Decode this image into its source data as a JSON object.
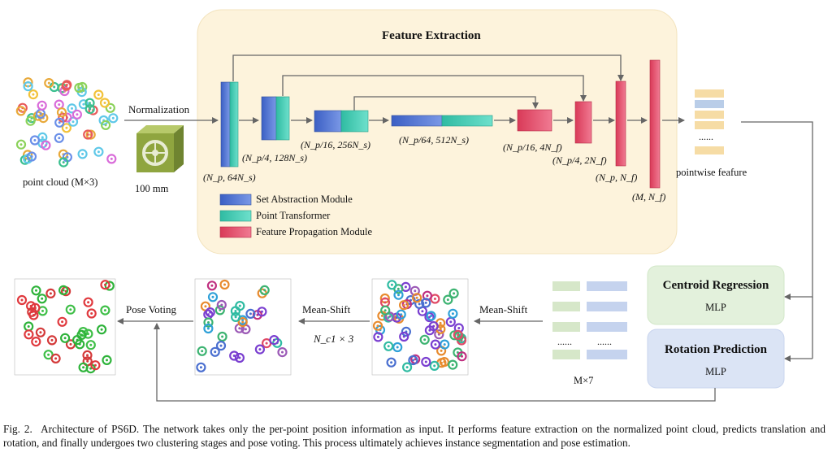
{
  "feature_extraction": {
    "title": "Feature Extraction",
    "shapes": {
      "a": "(N_p, 64N_s)",
      "b": "(N_p/4, 128N_s)",
      "c": "(N_p/16, 256N_s)",
      "d": "(N_p/64, 512N_s)",
      "e": "(N_p/16, 4N_f)",
      "f": "(N_p/4, 2N_f)",
      "g": "(N_p, N_f)",
      "h": "(M, N_f)"
    },
    "legend": [
      {
        "label": "Set Abstraction Module",
        "color": "#4a6fd0"
      },
      {
        "label": "Point Transformer",
        "color": "#3cc8b0"
      },
      {
        "label": "Feature Propagation Module",
        "color": "#e04a66"
      }
    ]
  },
  "input": {
    "label": "point cloud (M×3)",
    "normalization": "Normalization",
    "object_size": "100 mm"
  },
  "pointwise_feature": {
    "label": "pointwise feafure",
    "dots": "......"
  },
  "heads": {
    "centroid": {
      "title": "Centroid Regression",
      "sub": "MLP"
    },
    "rotation": {
      "title": "Rotation Prediction",
      "sub": "MLP"
    }
  },
  "outputs": {
    "dim": "M×7",
    "dots1": "......",
    "dots2": "......"
  },
  "steps": {
    "mean_shift_1": "Mean-Shift",
    "mean_shift_2": "Mean-Shift",
    "clusters": "N_c1 × 3",
    "pose_voting": "Pose Voting"
  },
  "colors": {
    "panel": "#fdf3dc",
    "set_abstraction": "#4a6fd0",
    "point_transformer": "#3cc8b0",
    "feature_propagation": "#e04a66",
    "centroid_box": "#e3f1dc",
    "rotation_box": "#dbe4f5"
  },
  "caption": {
    "label": "Fig. 2.",
    "text": "Architecture of PS6D. The network takes only the per-point position information as input. It performs feature extraction on the normalized point cloud, predicts translation and rotation, and finally undergoes two clustering stages and pose voting. This process ultimately achieves instance segmentation and pose estimation."
  }
}
